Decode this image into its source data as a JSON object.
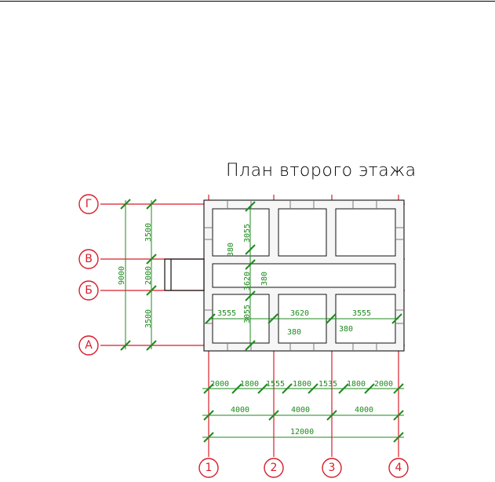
{
  "title": "План второго этажа",
  "colors": {
    "axis": "#d81e2a",
    "dimension": "#1e8a1e",
    "wall": "#111111"
  },
  "axes": {
    "rows": [
      {
        "id": "Г",
        "label": "Г"
      },
      {
        "id": "В",
        "label": "В"
      },
      {
        "id": "Б",
        "label": "Б"
      },
      {
        "id": "А",
        "label": "А"
      }
    ],
    "columns": [
      {
        "id": "1",
        "label": "1"
      },
      {
        "id": "2",
        "label": "2"
      },
      {
        "id": "3",
        "label": "3"
      },
      {
        "id": "4",
        "label": "4"
      }
    ]
  },
  "dimensions": {
    "left_spans": [
      "3500",
      "2000",
      "3500"
    ],
    "left_total": "9000",
    "bottom_chain_1": [
      "2000",
      "1800",
      "1555",
      "1800",
      "1535",
      "1800",
      "2000"
    ],
    "bottom_chain_2": [
      "4000",
      "4000",
      "4000"
    ],
    "bottom_total": "12000",
    "interior": {
      "d3055_top": "3055",
      "d380_top": "380",
      "d3620_v": "3620",
      "d380_mid": "380",
      "d3055_low": "3055",
      "d3555_left": "3555",
      "d3620_h": "3620",
      "d3555_right": "3555",
      "d380_b1": "380",
      "d380_b2": "380"
    }
  }
}
